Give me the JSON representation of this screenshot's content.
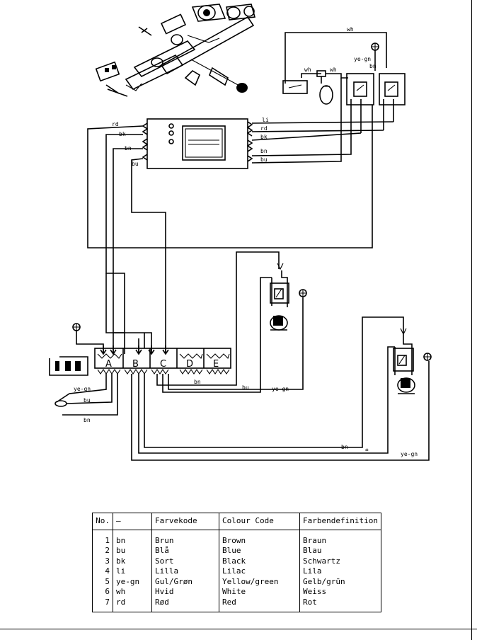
{
  "wire_labels": {
    "wh_top": "wh",
    "wh_left": "wh",
    "wh_right": "wh",
    "yegn_top": "ye-gn",
    "bn_top": "bn",
    "rd_left": "rd",
    "bk_left": "bk",
    "bn_left": "bn",
    "bu_left": "bu",
    "li_right": "li",
    "rd_right": "rd",
    "bk_right": "bk",
    "bn_right": "bn",
    "bu_right": "bu",
    "bn_c": "bn",
    "bu_c": "bu",
    "yegn_c": "ye-gn",
    "yegn_a": "ye-gn",
    "bu_a": "bu",
    "bn_a": "bn",
    "bn_b": "bn",
    "yegn_b": "ye-gn"
  },
  "terminals": [
    "A",
    "B",
    "C",
    "D",
    "E"
  ],
  "legend": {
    "headers": [
      "No.",
      "—",
      "Farvekode",
      "Colour Code",
      "Farbendefinition"
    ],
    "rows": [
      {
        "no": "1",
        "code": "bn",
        "da": "Brun",
        "en": "Brown",
        "de": "Braun"
      },
      {
        "no": "2",
        "code": "bu",
        "da": "Blå",
        "en": "Blue",
        "de": "Blau"
      },
      {
        "no": "3",
        "code": "bk",
        "da": "Sort",
        "en": "Black",
        "de": "Schwartz"
      },
      {
        "no": "4",
        "code": "li",
        "da": "Lilla",
        "en": "Lilac",
        "de": "Lila"
      },
      {
        "no": "5",
        "code": "ye-gn",
        "da": "Gul/Grøn",
        "en": "Yellow/green",
        "de": "Gelb/grün"
      },
      {
        "no": "6",
        "code": "wh",
        "da": "Hvid",
        "en": "White",
        "de": "Weiss"
      },
      {
        "no": "7",
        "code": "rd",
        "da": "Rød",
        "en": "Red",
        "de": "Rot"
      }
    ]
  }
}
